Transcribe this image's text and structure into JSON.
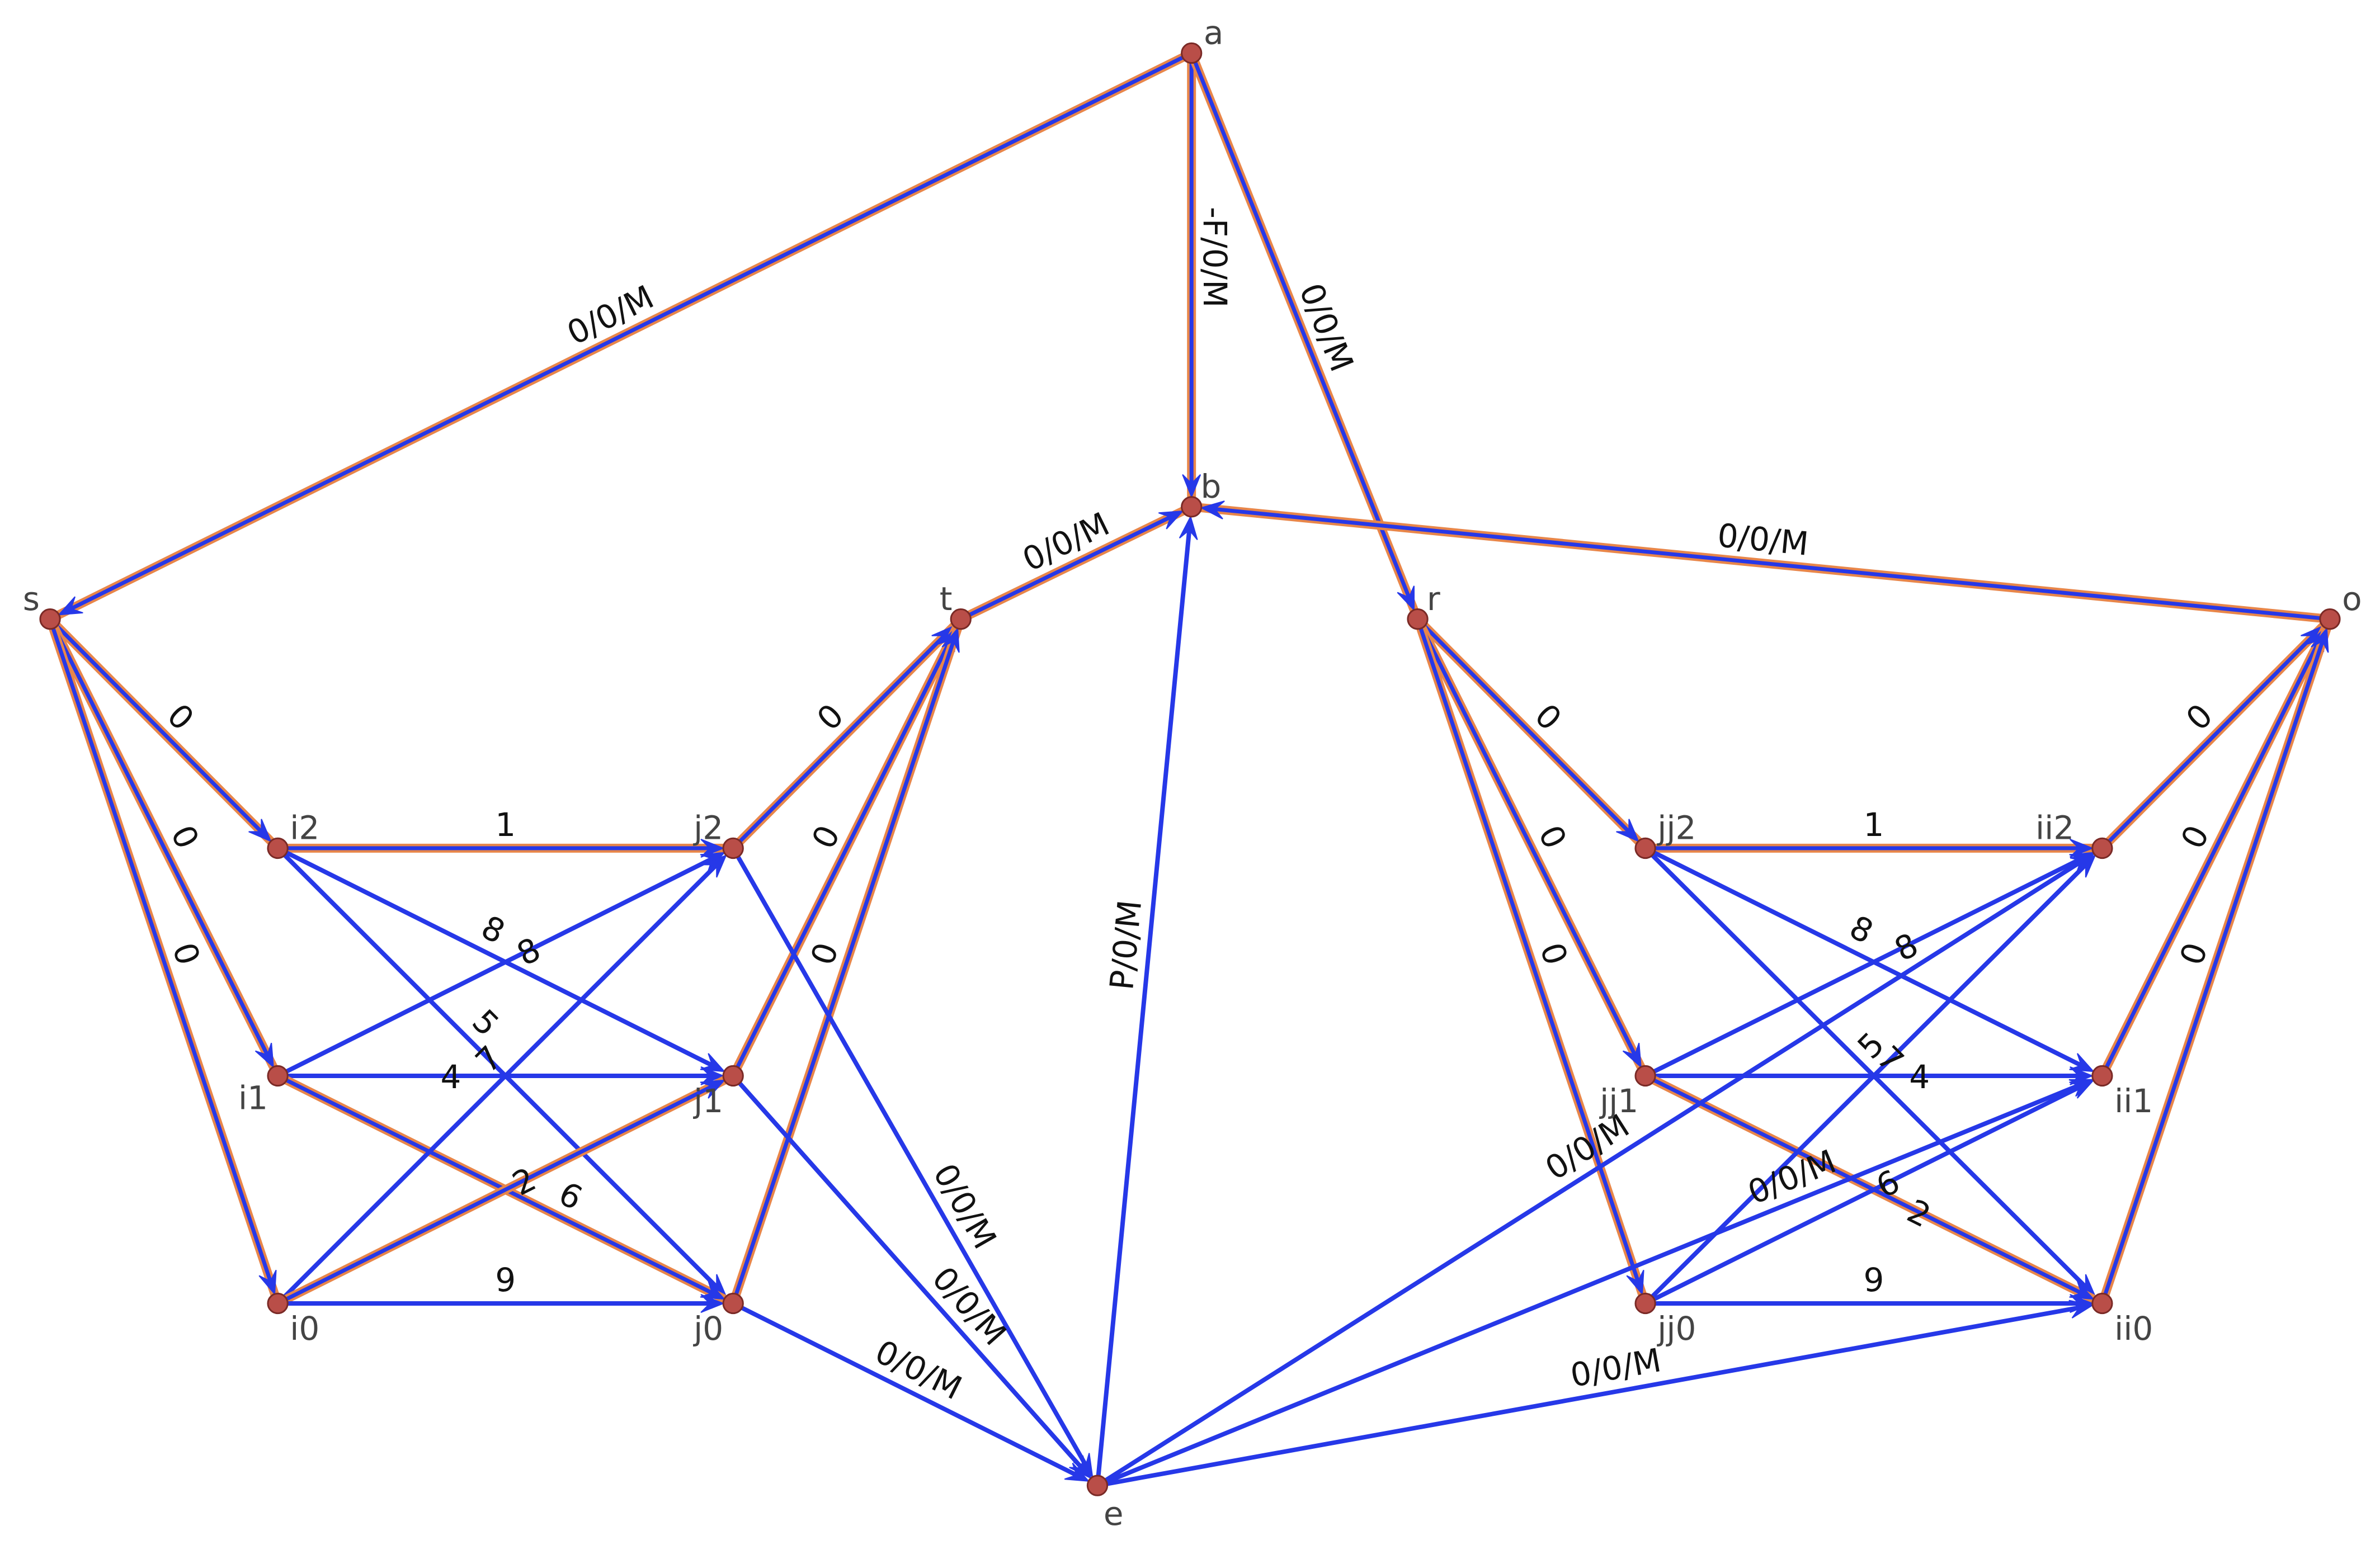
{
  "nodes": [
    {
      "id": "a",
      "label": "a"
    },
    {
      "id": "b",
      "label": "b"
    },
    {
      "id": "s",
      "label": "s"
    },
    {
      "id": "t",
      "label": "t"
    },
    {
      "id": "r",
      "label": "r"
    },
    {
      "id": "o",
      "label": "o"
    },
    {
      "id": "i2",
      "label": "i2"
    },
    {
      "id": "i1",
      "label": "i1"
    },
    {
      "id": "i0",
      "label": "i0"
    },
    {
      "id": "j2",
      "label": "j2"
    },
    {
      "id": "j1",
      "label": "j1"
    },
    {
      "id": "j0",
      "label": "j0"
    },
    {
      "id": "jj2",
      "label": "jj2"
    },
    {
      "id": "jj1",
      "label": "jj1"
    },
    {
      "id": "jj0",
      "label": "jj0"
    },
    {
      "id": "ii2",
      "label": "ii2"
    },
    {
      "id": "ii1",
      "label": "ii1"
    },
    {
      "id": "ii0",
      "label": "ii0"
    },
    {
      "id": "e",
      "label": "e"
    }
  ],
  "edges": [
    {
      "from": "a",
      "to": "s",
      "label": "0/0/M",
      "highlight": true
    },
    {
      "from": "a",
      "to": "b",
      "label": "-F/0/M",
      "highlight": true
    },
    {
      "from": "a",
      "to": "r",
      "label": "0/0/M",
      "highlight": true
    },
    {
      "from": "t",
      "to": "b",
      "label": "0/0/M",
      "highlight": true
    },
    {
      "from": "o",
      "to": "b",
      "label": "0/0/M",
      "highlight": true
    },
    {
      "from": "e",
      "to": "b",
      "label": "P/0/M",
      "highlight": false
    },
    {
      "from": "s",
      "to": "i2",
      "label": "0",
      "highlight": true
    },
    {
      "from": "s",
      "to": "i1",
      "label": "0",
      "highlight": true
    },
    {
      "from": "s",
      "to": "i0",
      "label": "0",
      "highlight": true
    },
    {
      "from": "j2",
      "to": "t",
      "label": "0",
      "highlight": true
    },
    {
      "from": "j1",
      "to": "t",
      "label": "0",
      "highlight": true
    },
    {
      "from": "j0",
      "to": "t",
      "label": "0",
      "highlight": true
    },
    {
      "from": "i2",
      "to": "j2",
      "label": "1",
      "highlight": true
    },
    {
      "from": "i2",
      "to": "j1",
      "label": "8",
      "highlight": false
    },
    {
      "from": "i2",
      "to": "j0",
      "label": "5",
      "highlight": false
    },
    {
      "from": "i1",
      "to": "j2",
      "label": "8",
      "highlight": false
    },
    {
      "from": "i1",
      "to": "j1",
      "label": "4",
      "highlight": false
    },
    {
      "from": "i1",
      "to": "j0",
      "label": "6",
      "highlight": true
    },
    {
      "from": "i0",
      "to": "j2",
      "label": "7",
      "highlight": false
    },
    {
      "from": "i0",
      "to": "j1",
      "label": "2",
      "highlight": true
    },
    {
      "from": "i0",
      "to": "j0",
      "label": "9",
      "highlight": false
    },
    {
      "from": "j2",
      "to": "e",
      "label": "0/0/M",
      "highlight": false
    },
    {
      "from": "j1",
      "to": "e",
      "label": "0/0/M",
      "highlight": false
    },
    {
      "from": "j0",
      "to": "e",
      "label": "0/0/M",
      "highlight": false
    },
    {
      "from": "r",
      "to": "jj2",
      "label": "0",
      "highlight": true
    },
    {
      "from": "r",
      "to": "jj1",
      "label": "0",
      "highlight": true
    },
    {
      "from": "r",
      "to": "jj0",
      "label": "0",
      "highlight": true
    },
    {
      "from": "ii2",
      "to": "o",
      "label": "0",
      "highlight": true
    },
    {
      "from": "ii1",
      "to": "o",
      "label": "0",
      "highlight": true
    },
    {
      "from": "ii0",
      "to": "o",
      "label": "0",
      "highlight": true
    },
    {
      "from": "jj2",
      "to": "ii2",
      "label": "1",
      "highlight": true
    },
    {
      "from": "jj2",
      "to": "ii1",
      "label": "8",
      "highlight": false
    },
    {
      "from": "jj2",
      "to": "ii0",
      "label": "7",
      "highlight": false
    },
    {
      "from": "jj1",
      "to": "ii2",
      "label": "8",
      "highlight": false
    },
    {
      "from": "jj1",
      "to": "ii1",
      "label": "4",
      "highlight": false
    },
    {
      "from": "jj1",
      "to": "ii0",
      "label": "2",
      "highlight": true
    },
    {
      "from": "jj0",
      "to": "ii2",
      "label": "5",
      "highlight": false
    },
    {
      "from": "jj0",
      "to": "ii1",
      "label": "6",
      "highlight": false
    },
    {
      "from": "jj0",
      "to": "ii0",
      "label": "9",
      "highlight": false
    },
    {
      "from": "e",
      "to": "ii2",
      "label": "0/0/M",
      "highlight": false
    },
    {
      "from": "e",
      "to": "ii1",
      "label": "0/0/M",
      "highlight": false
    },
    {
      "from": "e",
      "to": "ii0",
      "label": "0/0/M",
      "highlight": false
    }
  ],
  "colors": {
    "edge": "#2638e8",
    "edge_highlight": "#e8864a",
    "node_fill": "#b94e48",
    "node_label": "#444444",
    "edge_label": "#111111"
  }
}
